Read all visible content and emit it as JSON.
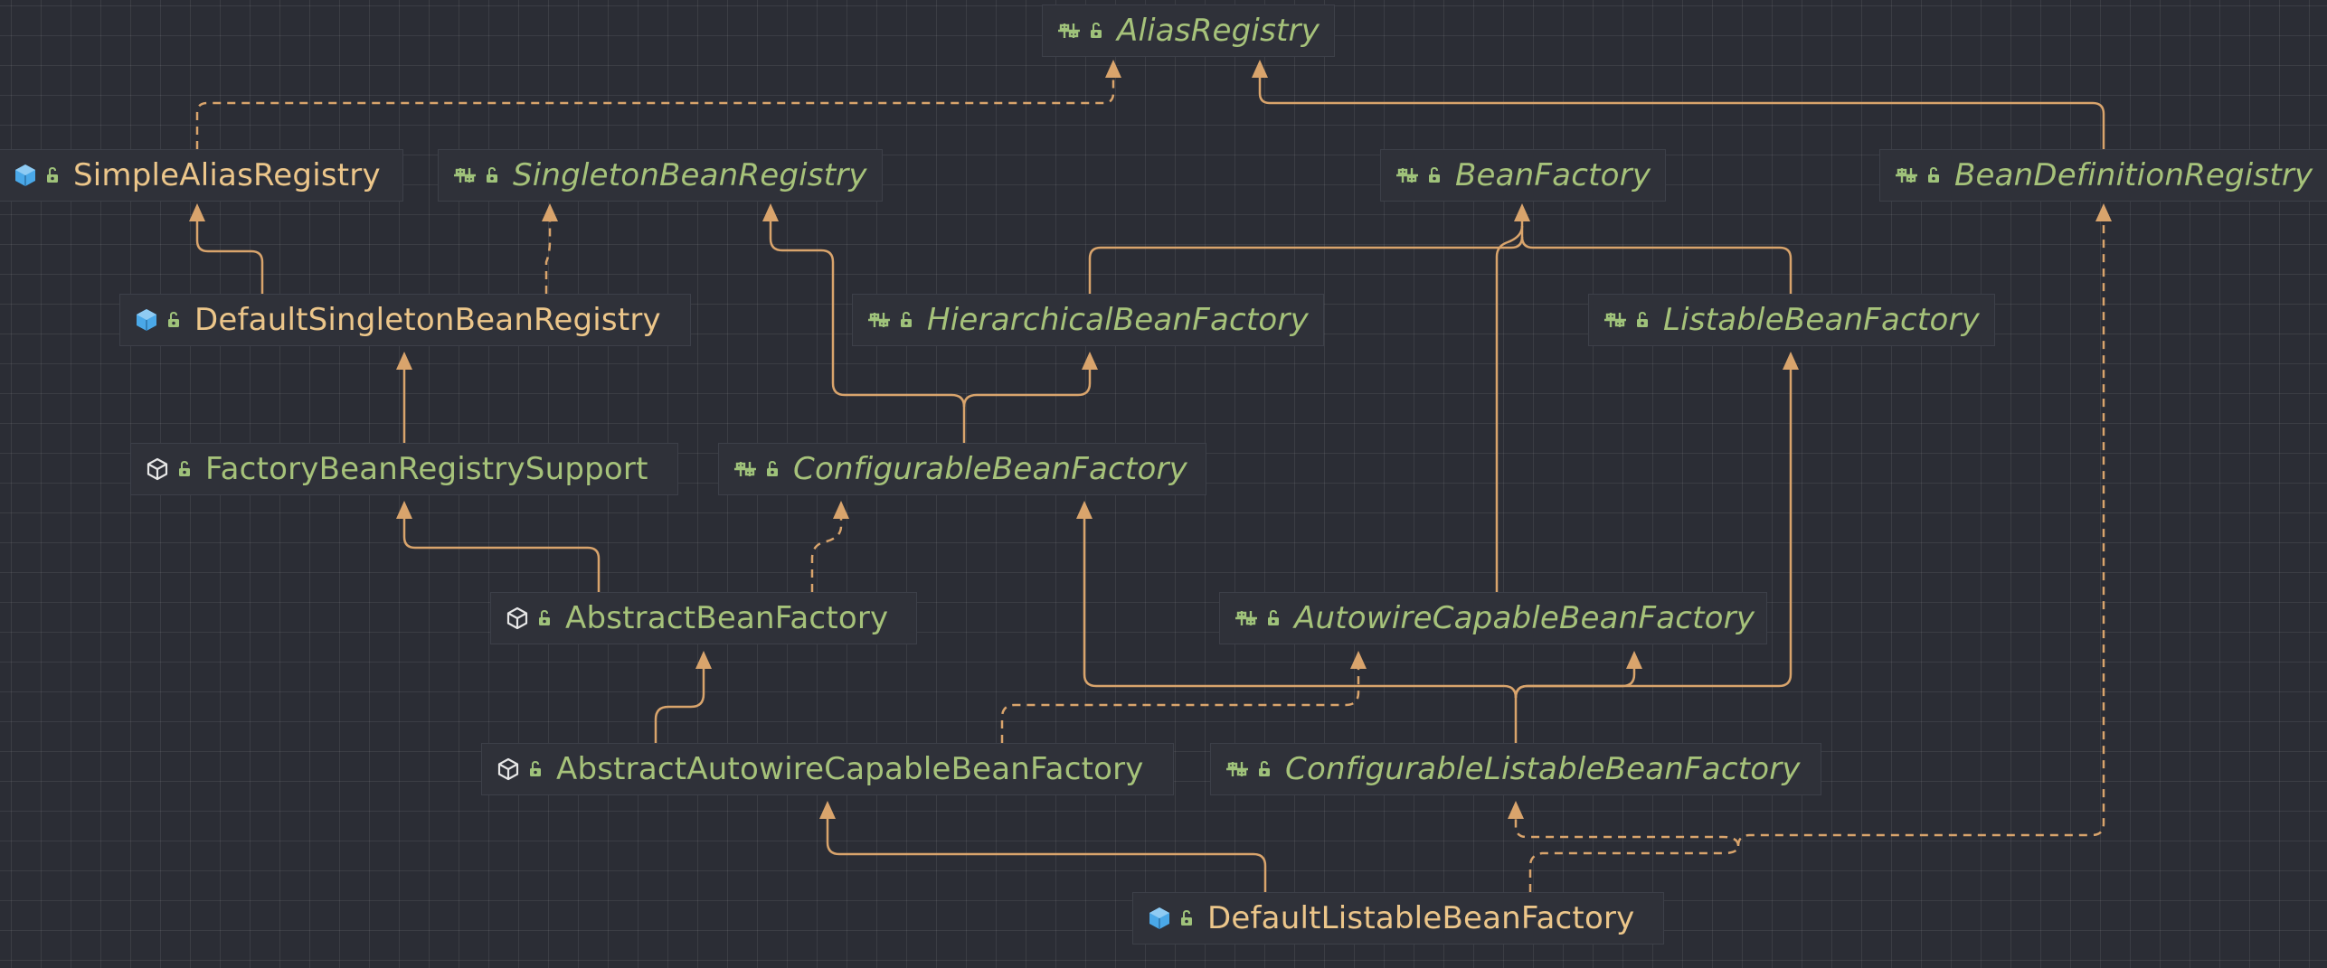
{
  "nodes": {
    "alias_registry": "AliasRegistry",
    "simple_alias_registry": "SimpleAliasRegistry",
    "singleton_bean_registry": "SingletonBeanRegistry",
    "bean_factory": "BeanFactory",
    "bean_definition_registry": "BeanDefinitionRegistry",
    "default_singleton_bean_registry": "DefaultSingletonBeanRegistry",
    "hierarchical_bean_factory": "HierarchicalBeanFactory",
    "listable_bean_factory": "ListableBeanFactory",
    "factory_bean_registry_support": "FactoryBeanRegistrySupport",
    "configurable_bean_factory": "ConfigurableBeanFactory",
    "abstract_bean_factory": "AbstractBeanFactory",
    "autowire_capable_bean_factory": "AutowireCapableBeanFactory",
    "abstract_autowire_capable_bean_factory": "AbstractAutowireCapableBeanFactory",
    "configurable_listable_bean_factory": "ConfigurableListableBeanFactory",
    "default_listable_bean_factory": "DefaultListableBeanFactory"
  },
  "icons": {
    "interface": "interface-icon",
    "class": "class-icon",
    "abstract_class": "abstract-class-icon",
    "visibility": "public-lock-icon"
  },
  "colors": {
    "background": "#2b2d35",
    "edge": "#d9a46c",
    "interface_text": "#a6c27a",
    "class_text": "#ecc68a",
    "class_icon": "#4aa8e8",
    "visibility_icon": "#9fc27a"
  }
}
